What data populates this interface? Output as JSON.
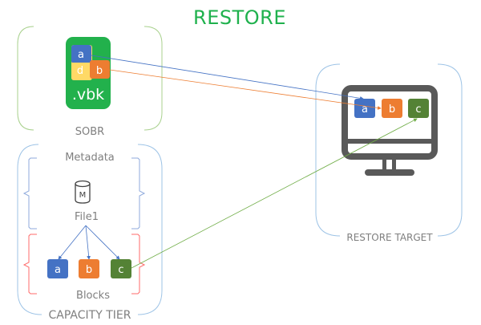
{
  "title": "RESTORE",
  "sobr": {
    "label": "SOBR",
    "file_extension": ".vbk",
    "blocks": [
      "a",
      "d",
      "b"
    ]
  },
  "capacity_tier": {
    "label": "CAPACITY TIER",
    "metadata_label": "Metadata",
    "metadata_icon_letter": "M",
    "file_label": "File1",
    "blocks_label": "Blocks",
    "blocks": [
      "a",
      "b",
      "c"
    ]
  },
  "restore_target": {
    "label": "RESTORE TARGET",
    "blocks": [
      "a",
      "b",
      "c"
    ]
  },
  "colors": {
    "title": "#1fb14d",
    "vbk": "#22b14c",
    "block_a": "#4472c4",
    "block_b": "#ed7d31",
    "block_c": "#548235",
    "block_d": "#ffd966",
    "sobr_border": "#a9d18e",
    "tier_border": "#9dc3e6",
    "blocks_bracket": "#ff6b6b",
    "monitor": "#595959"
  }
}
